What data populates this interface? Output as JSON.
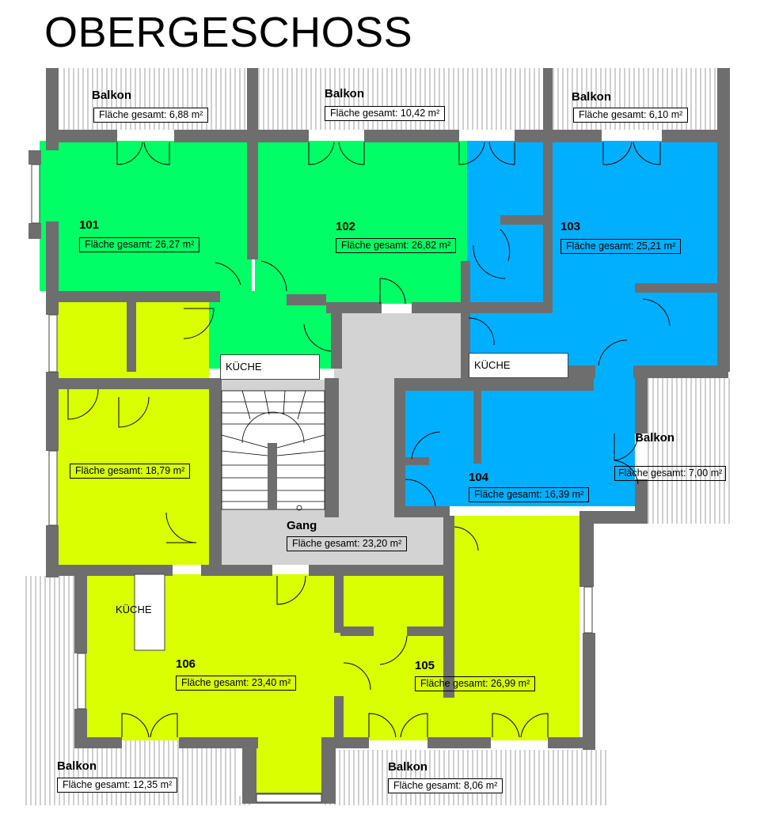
{
  "title": "OBERGESCHOSS",
  "kitchen_label": "KÜCHE",
  "corridor": {
    "name": "Gang",
    "area": "Fläche gesamt: 23,20 m²"
  },
  "rooms": [
    {
      "number": "101",
      "area": "Fläche gesamt: 26,27 m²"
    },
    {
      "number": "102",
      "area": "Fläche gesamt: 26,82 m²"
    },
    {
      "number": "103",
      "area": "Fläche gesamt: 25,21 m²"
    },
    {
      "number": "104",
      "area": "Fläche gesamt: 16,39 m²"
    },
    {
      "number": "105",
      "area": "Fläche gesamt: 26,99 m²"
    },
    {
      "number": "106",
      "area": "Fläche gesamt: 23,40 m²"
    },
    {
      "number": "",
      "area": "Fläche gesamt: 18,79 m²"
    }
  ],
  "balconies": [
    {
      "name": "Balkon",
      "area": "Fläche gesamt: 6,88 m²"
    },
    {
      "name": "Balkon",
      "area": "Fläche gesamt: 10,42 m²"
    },
    {
      "name": "Balkon",
      "area": "Fläche gesamt: 6,10 m²"
    },
    {
      "name": "Balkon",
      "area": "Fläche gesamt: 7,00 m²"
    },
    {
      "name": "Balkon",
      "area": "Fläche gesamt: 12,35 m²"
    },
    {
      "name": "Balkon",
      "area": "Fläche gesamt: 8,06 m²"
    }
  ],
  "colors": {
    "green_units": "#00ff66",
    "blue_units": "#00b0ff",
    "yellow_units": "#d9ff00",
    "corridor": "#d3d3d3",
    "walls": "#6e6e6e"
  }
}
